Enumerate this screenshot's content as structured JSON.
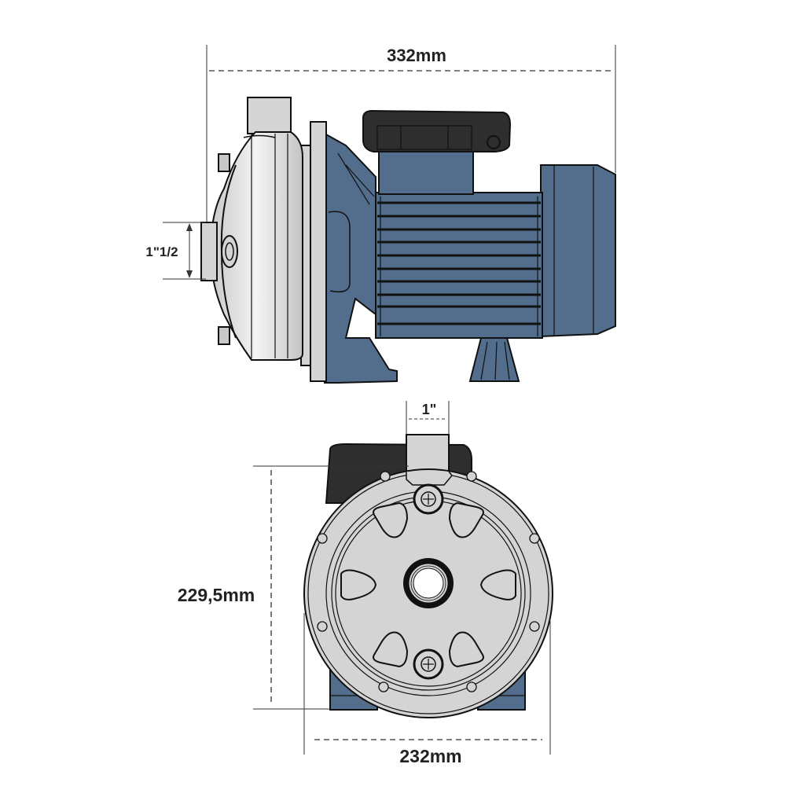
{
  "dimensions": {
    "length": "332mm",
    "inlet_size": "1\"1/2",
    "outlet_size": "1\"",
    "height": "229,5mm",
    "width": "232mm"
  },
  "colors": {
    "motor_blue": "#526e8c",
    "housing_gray": "#d4d4d4",
    "terminal_black": "#2e2e2e"
  }
}
